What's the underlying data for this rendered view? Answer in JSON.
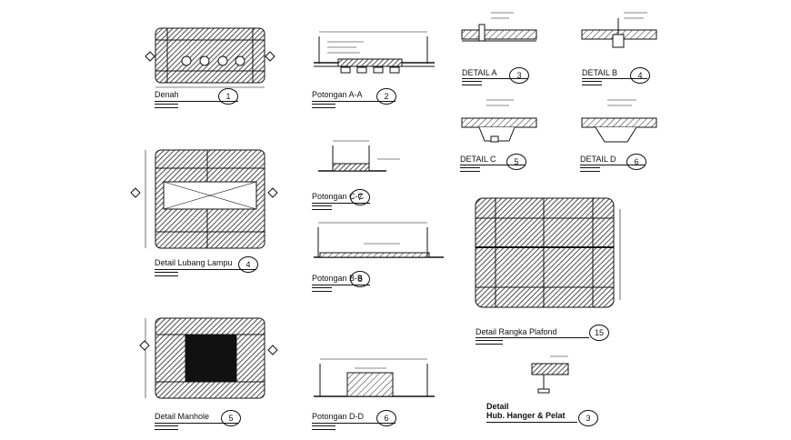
{
  "views": {
    "denah": {
      "title": "Denah",
      "number": "1"
    },
    "potongan_aa": {
      "title": "Potongan A-A",
      "number": "2"
    },
    "detail_a": {
      "title": "DETAIL A",
      "number": "3"
    },
    "detail_b": {
      "title": "DETAIL B",
      "number": "4"
    },
    "detail_c": {
      "title": "DETAIL C",
      "number": "5"
    },
    "detail_d": {
      "title": "DETAIL D",
      "number": "6"
    },
    "potongan_cc": {
      "title": "Potongan C-C",
      "number": "7"
    },
    "detail_lubang_lampu": {
      "title": "Detail Lubang Lampu",
      "number": "4"
    },
    "potongan_bb": {
      "title": "Potongan B-B",
      "number": "8"
    },
    "detail_rangka_plafond": {
      "title": "Detail Rangka Plafond",
      "number": "15"
    },
    "detail_manhole": {
      "title": "Detail Manhole",
      "number": "5"
    },
    "potongan_dd": {
      "title": "Potongan D-D",
      "number": "6"
    },
    "detail_hub": {
      "title_line1": "Detail",
      "title_line2": "Hub. Hanger & Pelat",
      "number": "3"
    }
  },
  "colors": {
    "ink": "#111111",
    "paper": "#ffffff",
    "hatch": "#2a2a2a"
  }
}
